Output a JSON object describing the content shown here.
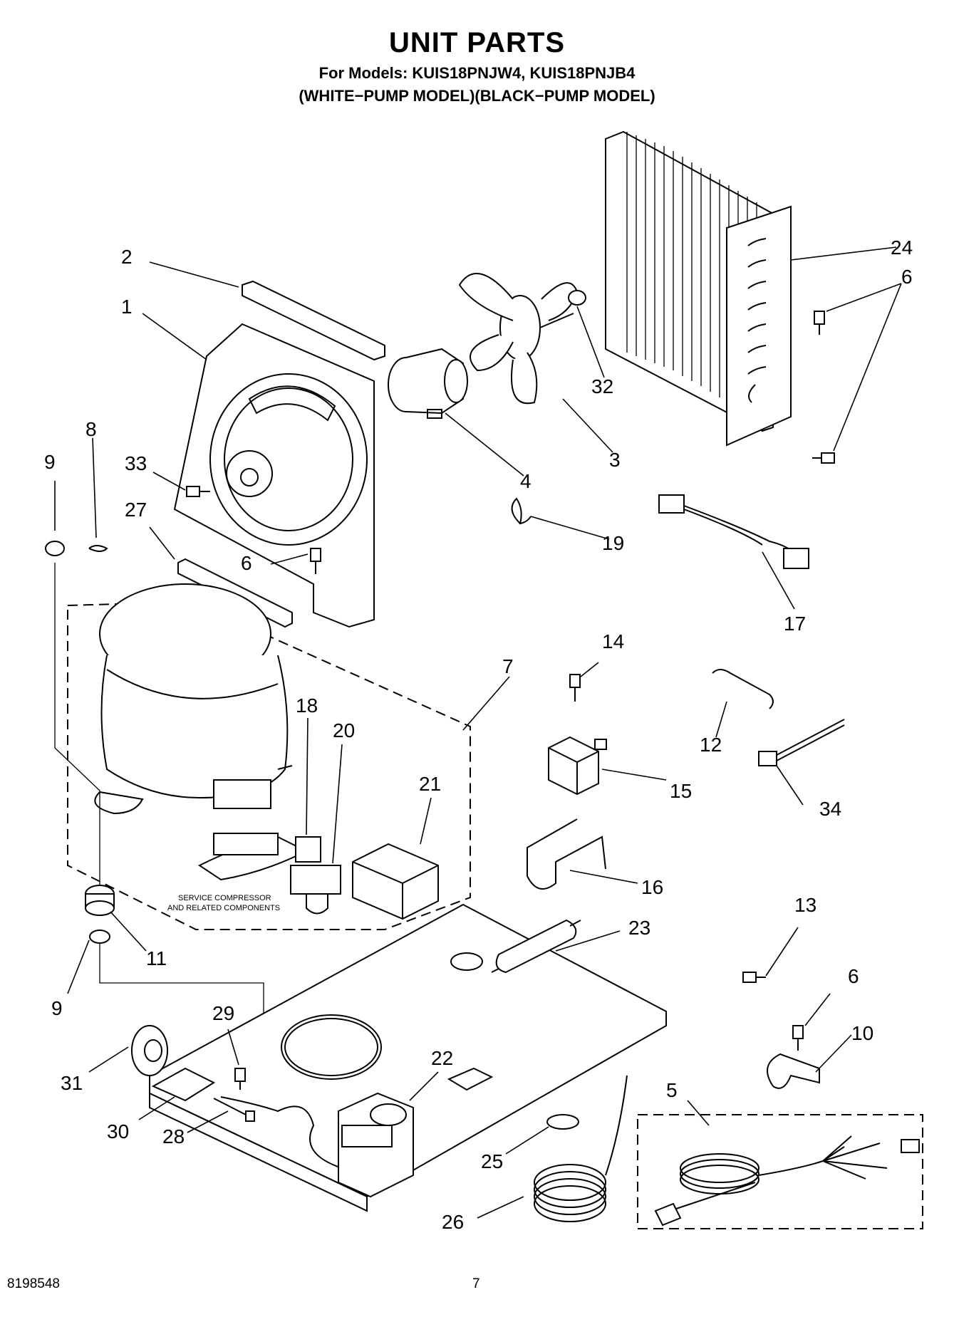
{
  "header": {
    "title": "UNIT PARTS",
    "models": "For Models: KUIS18PNJW4, KUIS18PNJB4",
    "variants": "(WHITE−PUMP MODEL)(BLACK−PUMP MODEL)"
  },
  "service_note": [
    "SERVICE COMPRESSOR",
    "AND RELATED COMPONENTS"
  ],
  "footer": {
    "doc_number": "8198548",
    "page_number": "7"
  },
  "callouts": [
    {
      "id": "c2",
      "text": "2"
    },
    {
      "id": "c1",
      "text": "1"
    },
    {
      "id": "c8",
      "text": "8"
    },
    {
      "id": "c9a",
      "text": "9"
    },
    {
      "id": "c33",
      "text": "33"
    },
    {
      "id": "c27",
      "text": "27"
    },
    {
      "id": "c6a",
      "text": "6"
    },
    {
      "id": "c4",
      "text": "4"
    },
    {
      "id": "c3",
      "text": "3"
    },
    {
      "id": "c32",
      "text": "32"
    },
    {
      "id": "c24",
      "text": "24"
    },
    {
      "id": "c6b",
      "text": "6"
    },
    {
      "id": "c19",
      "text": "19"
    },
    {
      "id": "c17",
      "text": "17"
    },
    {
      "id": "c7",
      "text": "7"
    },
    {
      "id": "c18",
      "text": "18"
    },
    {
      "id": "c20",
      "text": "20"
    },
    {
      "id": "c21",
      "text": "21"
    },
    {
      "id": "c14",
      "text": "14"
    },
    {
      "id": "c12",
      "text": "12"
    },
    {
      "id": "c15",
      "text": "15"
    },
    {
      "id": "c34",
      "text": "34"
    },
    {
      "id": "c16",
      "text": "16"
    },
    {
      "id": "c11",
      "text": "11"
    },
    {
      "id": "c9b",
      "text": "9"
    },
    {
      "id": "c23",
      "text": "23"
    },
    {
      "id": "c13",
      "text": "13"
    },
    {
      "id": "c29",
      "text": "29"
    },
    {
      "id": "c6c",
      "text": "6"
    },
    {
      "id": "c10",
      "text": "10"
    },
    {
      "id": "c31",
      "text": "31"
    },
    {
      "id": "c22",
      "text": "22"
    },
    {
      "id": "c5",
      "text": "5"
    },
    {
      "id": "c30",
      "text": "30"
    },
    {
      "id": "c28",
      "text": "28"
    },
    {
      "id": "c25",
      "text": "25"
    },
    {
      "id": "c26",
      "text": "26"
    }
  ]
}
